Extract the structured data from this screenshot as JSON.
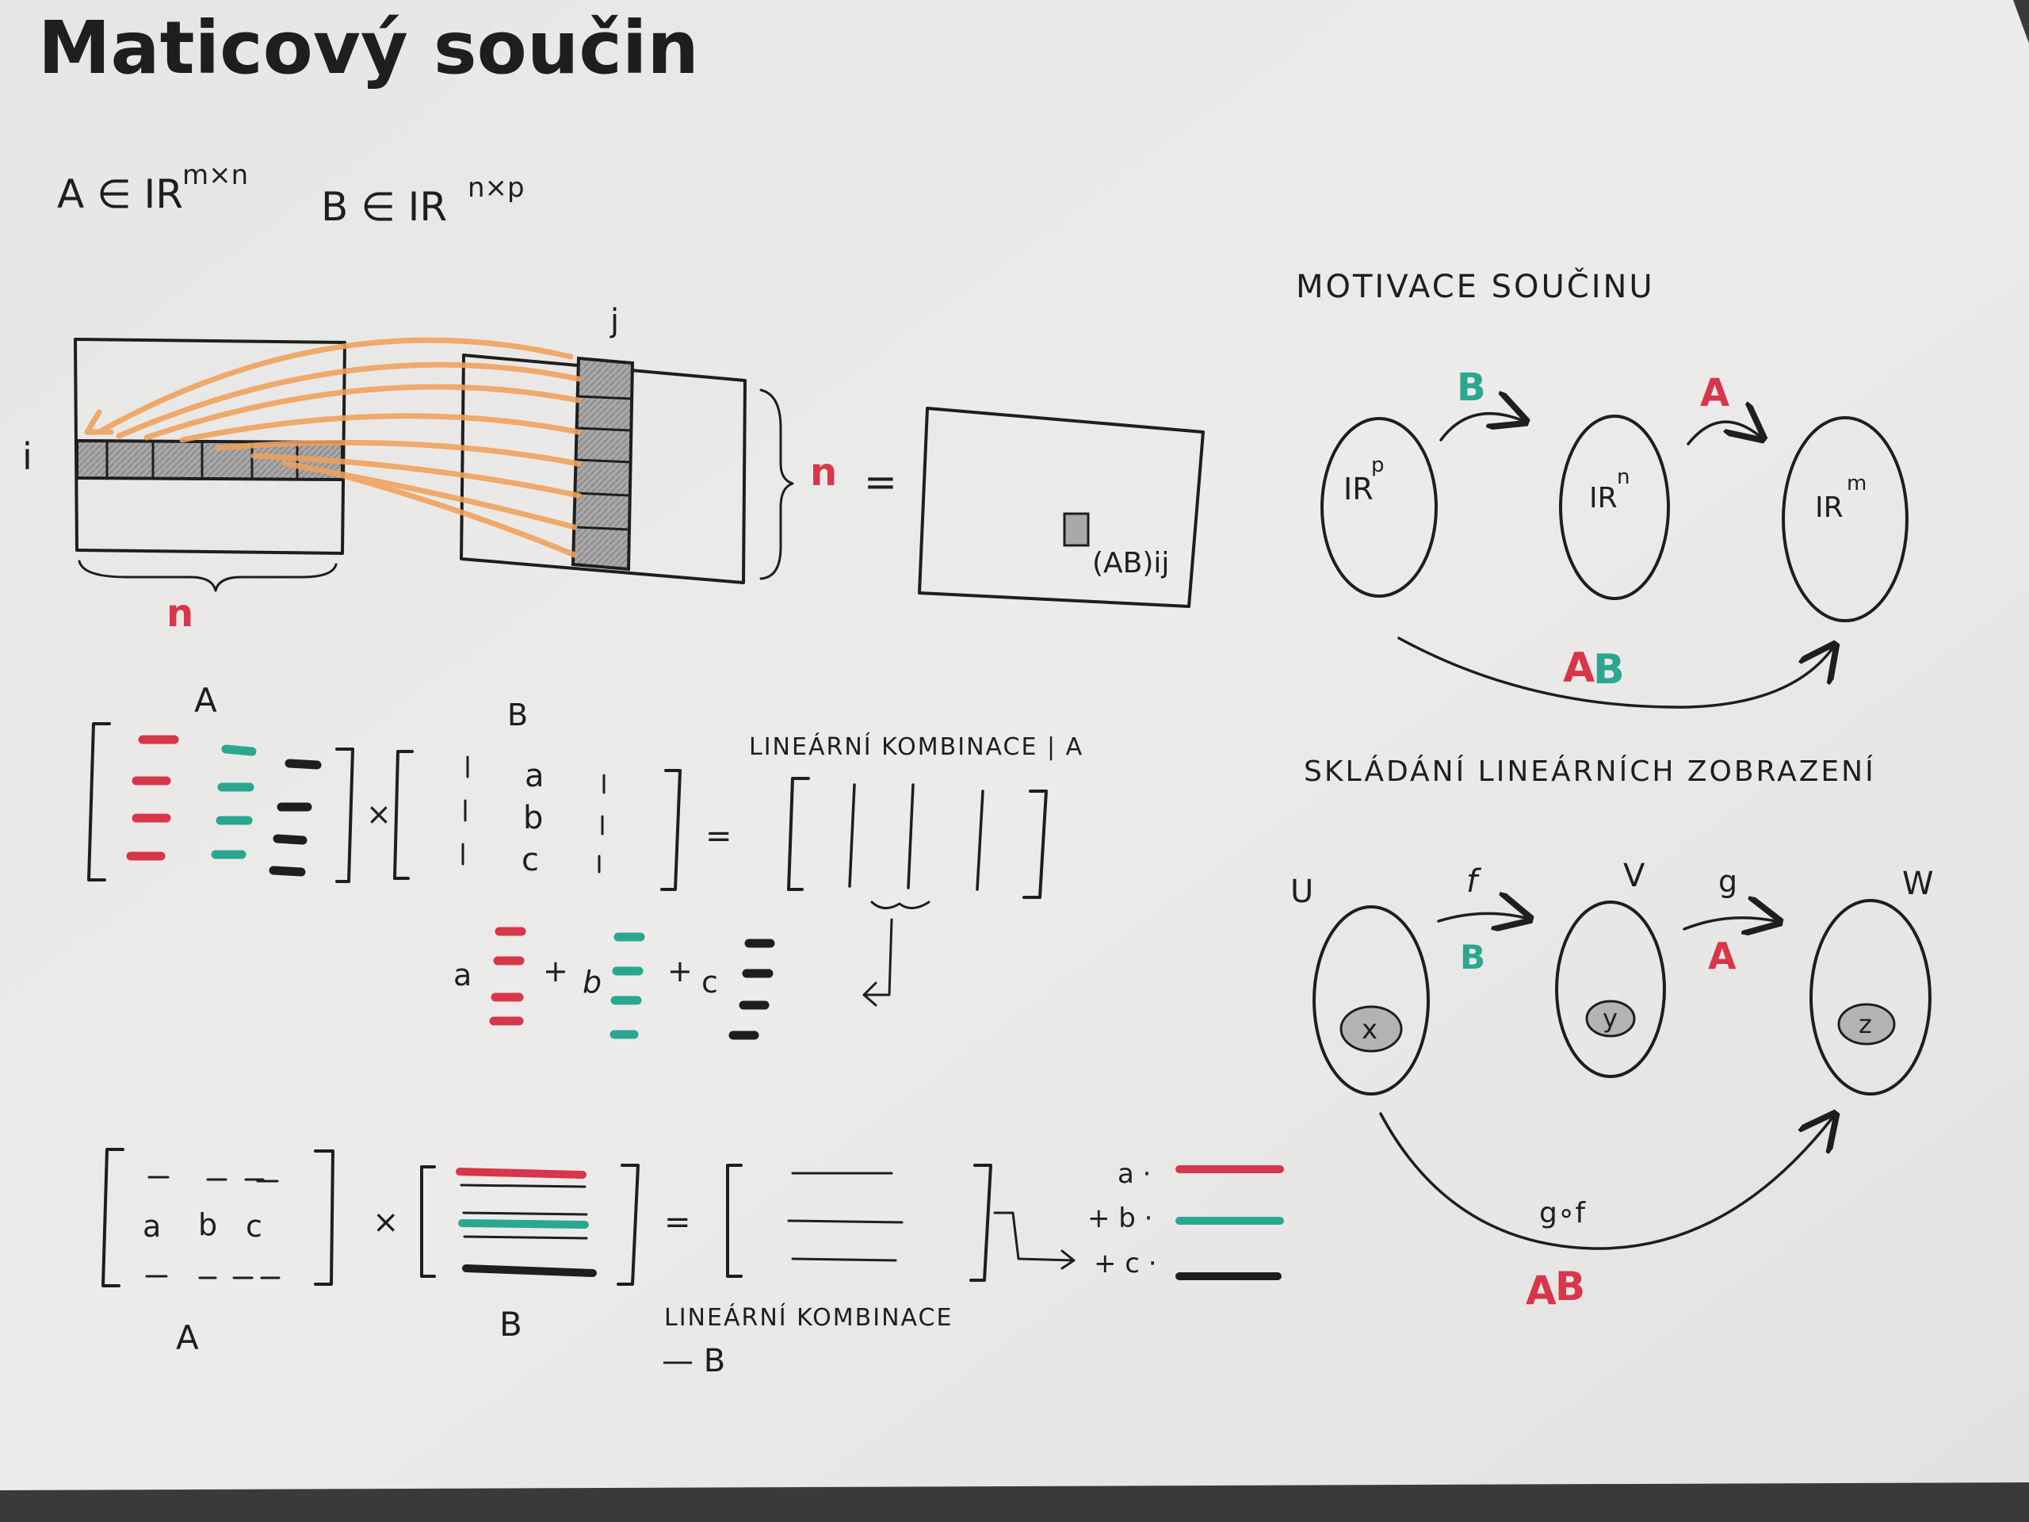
{
  "title": "Maticový součin",
  "defs": {
    "a_dim": "A ∈ IR",
    "a_sup": "m×n",
    "b_dim": "B ∈ IR",
    "b_sup": "n×p"
  },
  "block": {
    "row_index": "i",
    "col_index": "j",
    "n_bottom": "n",
    "n_right": "n",
    "equals": "=",
    "cell_label": "(AB)ij"
  },
  "columns_view": {
    "label_a": "A",
    "label_b": "B",
    "times": "×",
    "equals": "=",
    "col_a": "a",
    "col_b": "b",
    "col_c": "c",
    "lin_comb_note": "LINEÁRNÍ KOMBINACE | A",
    "sum_a": "a",
    "sum_b": "b",
    "sum_c": "c",
    "plus1": "+",
    "plus2": "+"
  },
  "rows_view": {
    "label_a": "A",
    "label_b": "B",
    "times": "×",
    "equals": "=",
    "row_a": "a",
    "row_b": "b",
    "row_c": "c",
    "lin_comb_note": "LINEÁRNÍ KOMBINACE",
    "lin_comb_sub": "— B",
    "term_a": "a ·",
    "term_b": "+ b ·",
    "term_c": "+ c ·"
  },
  "motivation": {
    "heading": "MOTIVACE SOUČINU",
    "space_p": "IR",
    "space_p_sup": "p",
    "space_n": "IR",
    "space_n_sup": "n",
    "space_m": "IR",
    "space_m_sup": "m",
    "map_b": "B",
    "map_a": "A",
    "map_ab_a": "A",
    "map_ab_b": "B"
  },
  "composition": {
    "heading": "SKLÁDÁNÍ LINEÁRNÍCH ZOBRAZENÍ",
    "set_u": "U",
    "set_v": "V",
    "set_w": "W",
    "elem_x": "x",
    "elem_y": "y",
    "elem_z": "z",
    "map_f": "f",
    "map_g": "g",
    "map_f_matrix": "B",
    "map_g_matrix": "A",
    "map_gof": "g∘f",
    "gof_matrix_a": "A",
    "gof_matrix_b": "B"
  },
  "colors": {
    "paper": "#e9e9e7",
    "ink": "#1e1e1e",
    "red": "#d8364a",
    "teal": "#2aa78f",
    "orange": "#f0a15a",
    "gray_fill": "#a9a9a9"
  }
}
